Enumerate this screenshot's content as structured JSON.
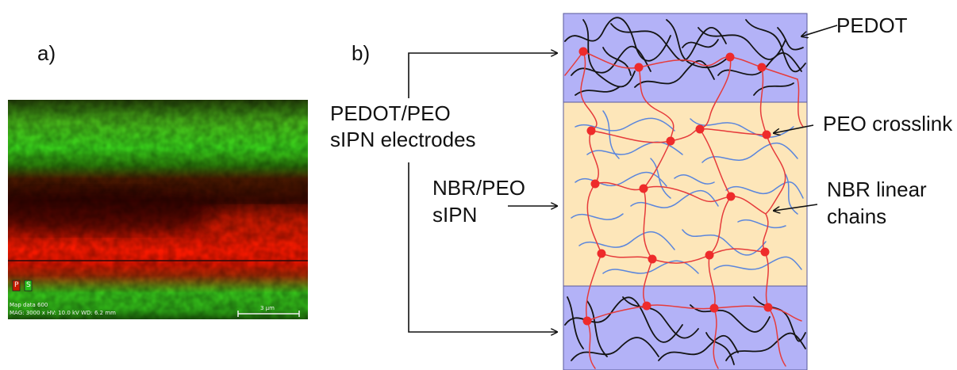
{
  "panel_a": {
    "label": "a)",
    "channel_labels": [
      "P",
      "S"
    ],
    "info_line1": "Map data 600",
    "info_line2": "MAG: 3000 x   HV: 10.0 kV   WD: 6.2 mm",
    "scale_bar_label": "3 µm",
    "colors": {
      "green": "#36d81c",
      "red": "#ff1a00",
      "dark": "#3a0800"
    }
  },
  "panel_b": {
    "label": "b)",
    "left_labels": {
      "electrodes_line1": "PEDOT/PEO",
      "electrodes_line2": "sIPN electrodes",
      "middle_line1": "NBR/PEO",
      "middle_line2": "sIPN"
    },
    "right_labels": {
      "pedot": "PEDOT",
      "peo_crosslink": "PEO crosslink",
      "nbr_line1": "NBR linear",
      "nbr_line2": "chains"
    },
    "colors": {
      "electrode_layer": "#b3b2f7",
      "middle_layer": "#fde6b9",
      "border": "#5a5a9a",
      "pedot_chain": "#141414",
      "peo_chain": "#e63b3b",
      "nbr_chain": "#5b86dc",
      "crosslink_node": "#ee2b2b"
    }
  }
}
